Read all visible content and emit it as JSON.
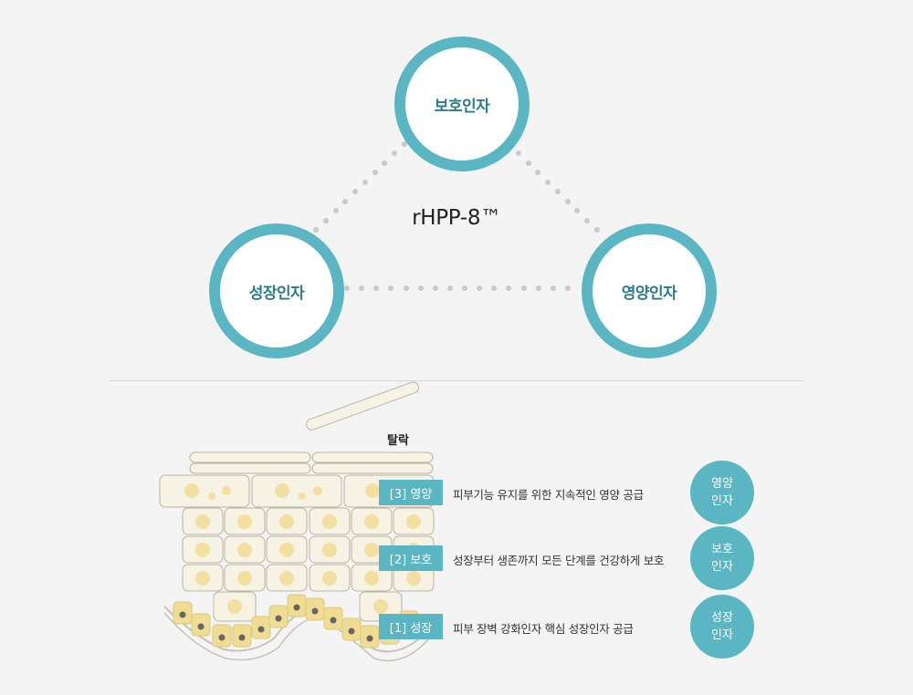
{
  "triangle": {
    "center_label": "rHPP-8™",
    "top": "보호인자",
    "left": "성장인자",
    "right": "영양인자"
  },
  "skin": {
    "falloff_label": "탈락",
    "rows": [
      {
        "tag": "[3] 영양",
        "desc": "피부기능 유지를 위한 지속적인 영양 공급",
        "badge_line1": "영양",
        "badge_line2": "인자"
      },
      {
        "tag": "[2] 보호",
        "desc": "성장부터 생존까지 모든 단계를 건강하게 보호",
        "badge_line1": "보호",
        "badge_line2": "인자"
      },
      {
        "tag": "[1] 성장",
        "desc": "피부 장벽 강화인자 핵심  성장인자 공급",
        "badge_line1": "성장",
        "badge_line2": "인자"
      }
    ]
  },
  "colors": {
    "accent": "#5ab6c2",
    "accent_dark": "#2b7b88",
    "cell_fill": "#f6f2e4",
    "nucleus": "#f3dfa0",
    "basal": "#f0dc93"
  }
}
